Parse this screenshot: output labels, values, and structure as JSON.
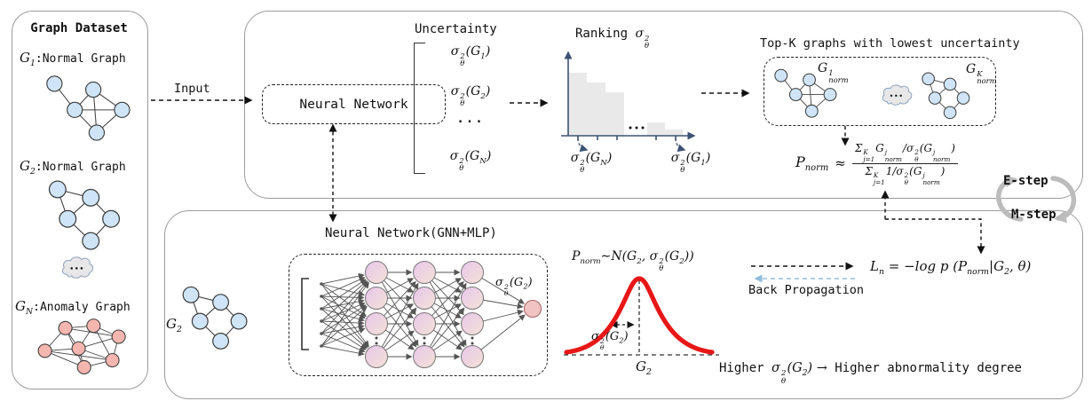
{
  "figure": {
    "dataset_panel": {
      "title": "Graph Dataset",
      "items": [
        {
          "id_math": "G_{1}",
          "label": ":Normal Graph"
        },
        {
          "id_math": "G_{2}",
          "label": ":Normal Graph"
        },
        {
          "id_math": "G_{N}",
          "label": ":Anomaly Graph"
        }
      ]
    },
    "input_label": "Input",
    "top_panel": {
      "nn_box_label": "Neural Network",
      "uncertainty": {
        "title": "Uncertainty",
        "items": [
          "σ^{2}_{θ}(G_{1})",
          "σ^{2}_{θ}(G_{2})",
          "...",
          "σ^{2}_{θ}(G_{N})"
        ]
      },
      "ranking": {
        "title_text": "Ranking ",
        "title_math": "σ^{2}_{θ}",
        "left_tick_math": "σ^{2}_{θ}(G_{N})",
        "right_tick_math": "σ^{2}_{θ}(G_{1})"
      },
      "topk": {
        "title": "Top-K graphs with lowest uncertainty",
        "graph1_math": "G^{1}_{norm}",
        "graphK_math": "G^{K}_{norm}"
      },
      "pnorm": {
        "lhs_math": "P_{norm}",
        "approx": "≈",
        "numerator_math": "Σ^{K}_{j=1}G^{j}_{norm}/σ^{2}_{θ}(G^{j}_{norm})",
        "denominator_math": "Σ^{K}_{j=1}1/σ^{2}_{θ}(G^{j}_{norm})"
      }
    },
    "em_cycle": {
      "e_step": "E-step",
      "m_step": "M-step"
    },
    "bottom_panel": {
      "nn_title": "Neural Network(GNN+MLP)",
      "g2_math": "G_{2}",
      "nn_output_math": "σ^{2}_{θ}(G_{2})",
      "gaussian": {
        "dist_math": "P_{norm}∼N(G_{2}, σ^{2}_{θ}(G_{2}))",
        "sigma_math": "σ^{2}_{θ}(G_{2})",
        "x_math": "G_{2}"
      },
      "backprop_label": "Back Propagation",
      "loss_math": "L_{n} = −log p (P_{norm}|G_{2}, θ)",
      "higher_note": {
        "prefix": "Higher ",
        "sigma_math": "σ^{2}_{θ}(G_{2}) →",
        "suffix": " Higher abnormality degree"
      }
    },
    "colors": {
      "normal_node": "#cfe5f7",
      "anomaly_node": "#f6b6b0",
      "hidden_node_a": "#e7c6e9",
      "hidden_node_b": "#f4e2d7",
      "output_node": "#f2c3c3",
      "curve_red": "#e81717",
      "backprop_blue": "#90bede",
      "em_gray": "#bcbcbc",
      "bar_gray": "#e9e9e9",
      "axis_navy": "#3d5373"
    }
  }
}
